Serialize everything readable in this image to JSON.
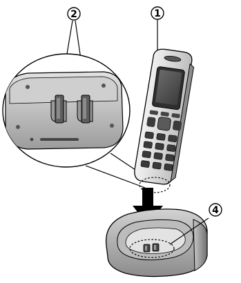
{
  "callouts": [
    {
      "id": "c1",
      "label": "1",
      "glyph": "①"
    },
    {
      "id": "c2",
      "label": "2",
      "glyph": "②"
    },
    {
      "id": "c4",
      "label": "4",
      "glyph": "④"
    }
  ]
}
